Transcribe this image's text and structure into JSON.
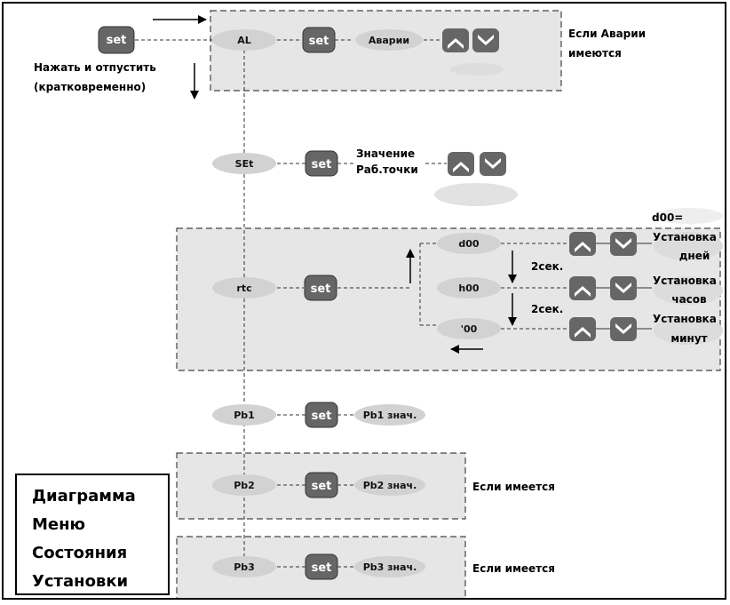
{
  "buttons": {
    "set": "set"
  },
  "start": {
    "instruction_line1": "Нажать и отпустить",
    "instruction_line2": "(кратковременно)"
  },
  "alarm": {
    "code": "AL",
    "value": "Аварии",
    "note_line1": "Если Аварии",
    "note_line2": "имеются"
  },
  "setpoint": {
    "code": "SEt",
    "value_line1": "Значение",
    "value_line2": "Раб.точки"
  },
  "rtc": {
    "code": "rtc",
    "days_code": "d00",
    "hours_code": "h00",
    "minutes_code": "'00",
    "top_label": "d00=",
    "delay_1": "2сек.",
    "delay_2": "2сек.",
    "days_label_line1": "Установка",
    "days_label_line2": "дней",
    "hours_label_line1": "Установка",
    "hours_label_line2": "часов",
    "minutes_label_line1": "Установка",
    "minutes_label_line2": "минут"
  },
  "probes": [
    {
      "code": "Pb1",
      "value": "Pb1 знач.",
      "note": ""
    },
    {
      "code": "Pb2",
      "value": "Pb2 знач.",
      "note": "Если имеется"
    },
    {
      "code": "Pb3",
      "value": "Pb3 знач.",
      "note": "Если имеется"
    }
  ],
  "legend": {
    "line1": "Диаграмма",
    "line2": "Меню",
    "line3": "Состояния",
    "line4": "Установки"
  },
  "colors": {
    "oval": "#d2d2d2",
    "set_button": "#666666",
    "box_fill": "#e6e6e6",
    "arrow_button": "#666666"
  },
  "icons": {
    "up": "chevron-up-icon",
    "down": "chevron-down-icon"
  }
}
